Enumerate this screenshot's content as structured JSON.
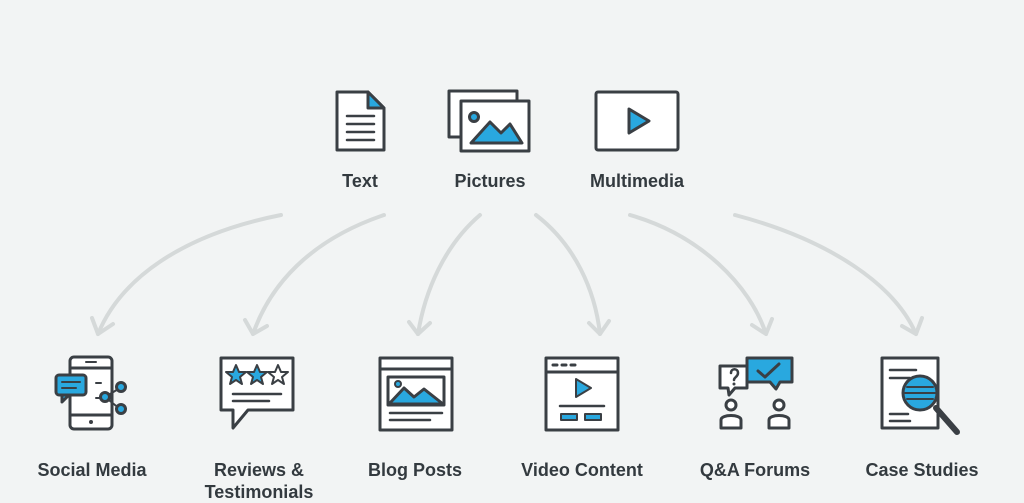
{
  "colors": {
    "background": "#f2f4f4",
    "stroke": "#3a3f44",
    "accent": "#29a8df",
    "arrow": "#d5d9d9",
    "text": "#333a3f"
  },
  "sources": [
    {
      "id": "text",
      "label": "Text",
      "icon": "document-icon"
    },
    {
      "id": "pictures",
      "label": "Pictures",
      "icon": "pictures-icon"
    },
    {
      "id": "multimedia",
      "label": "Multimedia",
      "icon": "video-play-icon"
    }
  ],
  "outputs": [
    {
      "id": "social-media",
      "label": "Social Media",
      "icon": "smartphone-share-icon"
    },
    {
      "id": "reviews",
      "label": "Reviews & Testimonials",
      "icon": "star-rating-bubble-icon"
    },
    {
      "id": "blog-posts",
      "label": "Blog Posts",
      "icon": "blog-post-icon"
    },
    {
      "id": "video-content",
      "label": "Video Content",
      "icon": "video-window-icon"
    },
    {
      "id": "qa-forums",
      "label": "Q&A Forums",
      "icon": "qa-chat-icon"
    },
    {
      "id": "case-studies",
      "label": "Case Studies",
      "icon": "magnifier-document-icon"
    }
  ]
}
